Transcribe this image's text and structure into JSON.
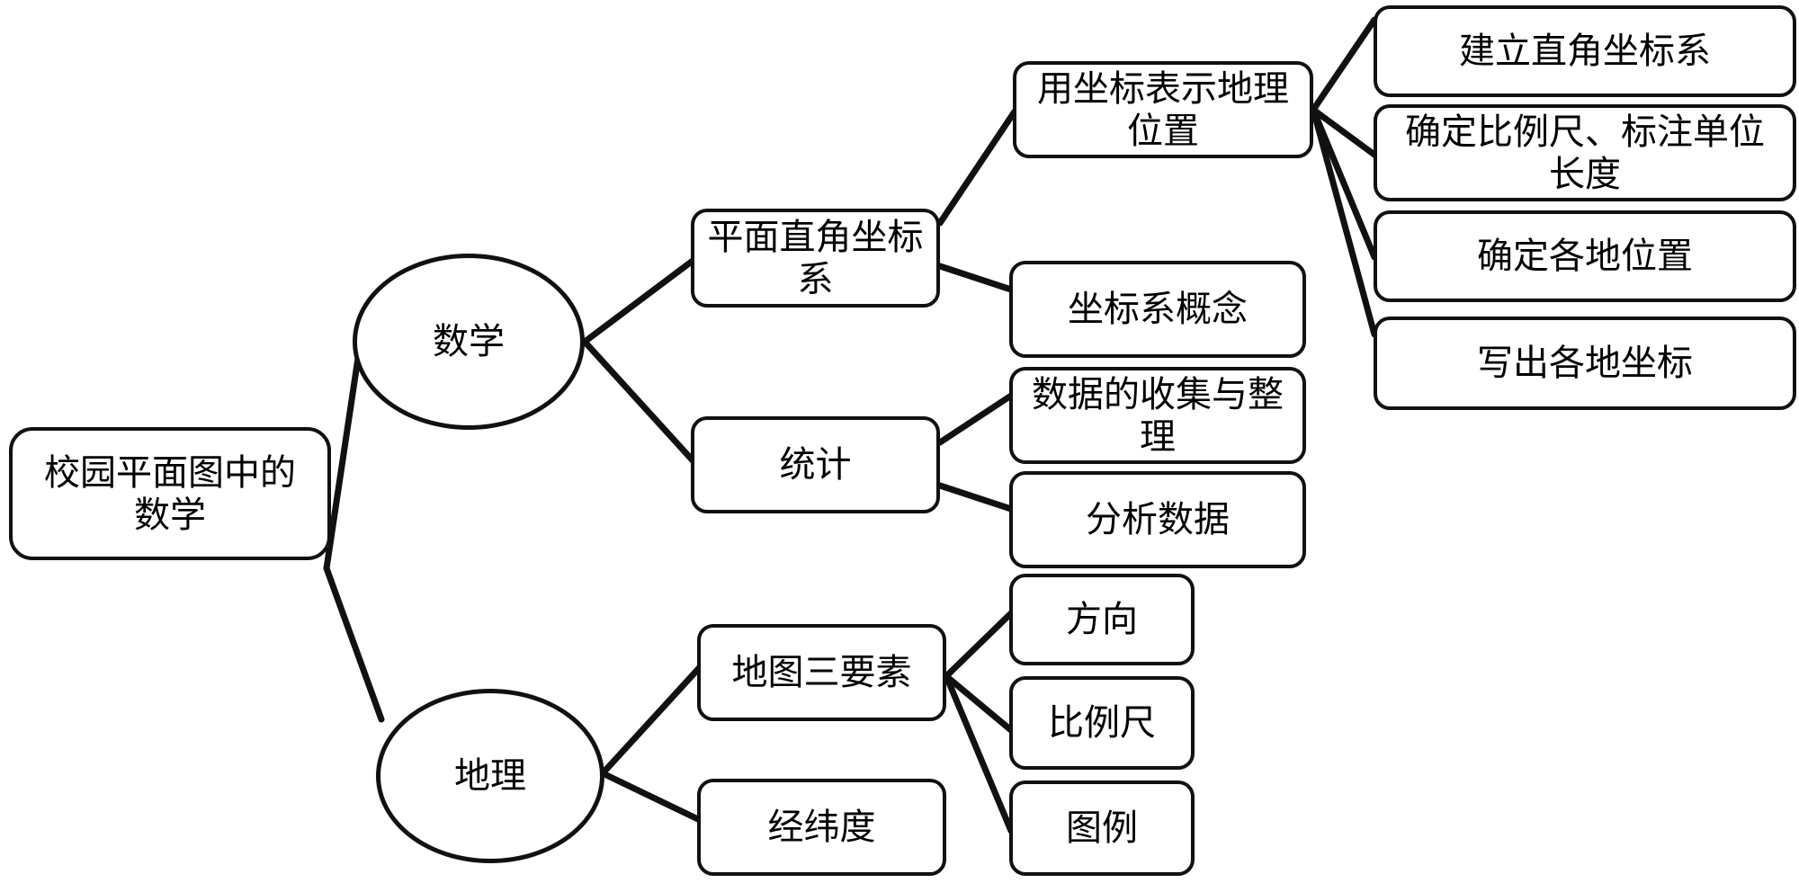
{
  "diagram": {
    "title_node": {
      "label": "校园平面图中的\n数学"
    },
    "branches": [
      {
        "id": "math",
        "label": "数学",
        "shape": "ellipse",
        "children": [
          {
            "id": "coordinate-system",
            "label": "平面直角坐标\n系",
            "children": [
              {
                "id": "coordinate-location",
                "label": "用坐标表示地理\n位置",
                "children": [
                  {
                    "id": "build-axes",
                    "label": "建立直角坐标系"
                  },
                  {
                    "id": "set-scale",
                    "label": "确定比例尺、标注单位\n长度"
                  },
                  {
                    "id": "locate-places",
                    "label": "确定各地位置"
                  },
                  {
                    "id": "write-coords",
                    "label": "写出各地坐标"
                  }
                ]
              },
              {
                "id": "coordinate-concept",
                "label": "坐标系概念",
                "children": []
              }
            ]
          },
          {
            "id": "statistics",
            "label": "统计",
            "children": [
              {
                "id": "data-collection",
                "label": "数据的收集与整\n理",
                "children": []
              },
              {
                "id": "data-analysis",
                "label": "分析数据",
                "children": []
              }
            ]
          }
        ]
      },
      {
        "id": "geography",
        "label": "地理",
        "shape": "ellipse",
        "children": [
          {
            "id": "map-three-elements",
            "label": "地图三要素",
            "children": [
              {
                "id": "direction",
                "label": "方向",
                "children": []
              },
              {
                "id": "scale",
                "label": "比例尺",
                "children": []
              },
              {
                "id": "legend",
                "label": "图例",
                "children": []
              }
            ]
          },
          {
            "id": "longitude-latitude",
            "label": "经纬度",
            "children": []
          }
        ]
      }
    ],
    "colors": {
      "stroke": "#111111",
      "fill": "#ffffff",
      "text": "#000000"
    }
  }
}
